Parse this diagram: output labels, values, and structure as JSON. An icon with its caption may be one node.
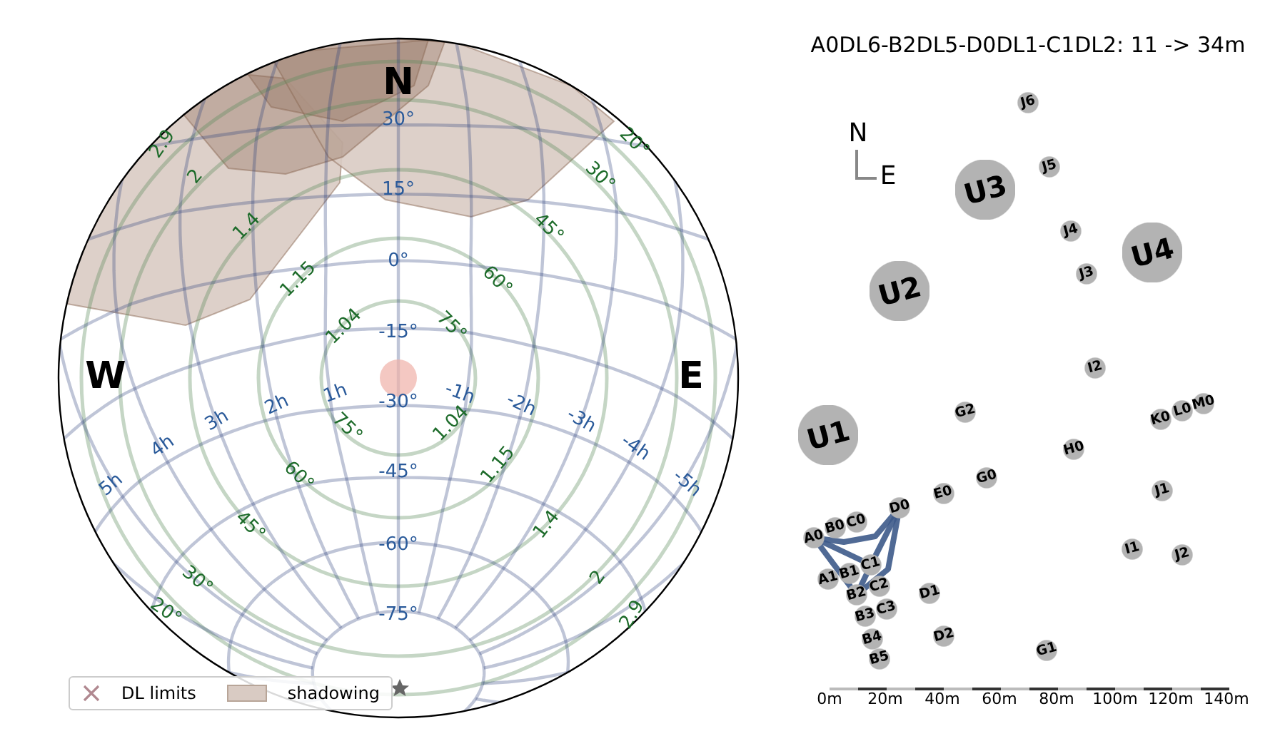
{
  "diagram": {
    "title": "A0DL6-B2DL5-D0DL1-C1DL2: 11 -> 34m",
    "nodes": [
      {
        "text": [
          "J6"
        ]
      },
      {
        "text": [
          "J5"
        ]
      },
      {
        "text": [
          "U3"
        ]
      },
      {
        "text": [
          "J4"
        ]
      },
      {
        "text": [
          "U4"
        ]
      },
      {
        "text": [
          "J3"
        ]
      },
      {
        "text": [
          "U2"
        ]
      },
      {
        "text": [
          "I2"
        ]
      },
      {
        "text": [
          "M0"
        ]
      },
      {
        "text": [
          "L0"
        ]
      },
      {
        "text": [
          "G2"
        ]
      },
      {
        "text": [
          "K0"
        ]
      },
      {
        "text": [
          "U1"
        ]
      },
      {
        "text": [
          "H0"
        ]
      },
      {
        "text": [
          "G0"
        ]
      },
      {
        "text": [
          "J1"
        ]
      },
      {
        "text": [
          "E0"
        ]
      },
      {
        "text": [
          "D0"
        ]
      },
      {
        "text": [
          "C0"
        ]
      },
      {
        "text": [
          "B0"
        ]
      },
      {
        "text": [
          "A0"
        ]
      },
      {
        "text": [
          "I1"
        ]
      },
      {
        "text": [
          "J2"
        ]
      },
      {
        "text": [
          "C1"
        ]
      },
      {
        "text": [
          "B1"
        ]
      },
      {
        "text": [
          "A1"
        ]
      },
      {
        "text": [
          "C2"
        ]
      },
      {
        "text": [
          "D1"
        ]
      },
      {
        "text": [
          "B2"
        ]
      },
      {
        "text": [
          "C3"
        ]
      },
      {
        "text": [
          "B3"
        ]
      },
      {
        "text": [
          "D2"
        ]
      },
      {
        "text": [
          "B4"
        ]
      },
      {
        "text": [
          "G1"
        ]
      },
      {
        "text": [
          "B5"
        ]
      }
    ],
    "edges": [
      {
        "from": 20,
        "to": 17,
        "arrow": "none"
      },
      {
        "from": 20,
        "to": 23,
        "arrow": "none"
      },
      {
        "from": 20,
        "to": 28,
        "arrow": "none"
      },
      {
        "from": 17,
        "to": 23,
        "arrow": "none"
      },
      {
        "from": 17,
        "to": 28,
        "arrow": "none"
      },
      {
        "from": 23,
        "to": 28,
        "arrow": "none"
      }
    ],
    "labels": [
      "N",
      "W",
      "E",
      "30°",
      "15°",
      "0°",
      "-15°",
      "-30°",
      "-45°",
      "-60°",
      "-75°",
      "1h",
      "2h",
      "3h",
      "4h",
      "5h",
      "-1h",
      "-2h",
      "-3h",
      "-4h",
      "-5h",
      "2.9",
      "2",
      "1.4",
      "1.15",
      "1.04",
      "1.04",
      "1.15",
      "1.4",
      "2",
      "2.9",
      "20°",
      "30°",
      "45°",
      "60°",
      "75°",
      "75°",
      "60°",
      "45°",
      "30°",
      "20°",
      "N",
      "E",
      "0m",
      "20m",
      "40m",
      "60m",
      "80m",
      "100m",
      "120m",
      "140m"
    ],
    "legend": [
      {
        "text": "DL limits"
      },
      {
        "text": "shadowing",
        "color": "#d9cbc3"
      }
    ]
  }
}
